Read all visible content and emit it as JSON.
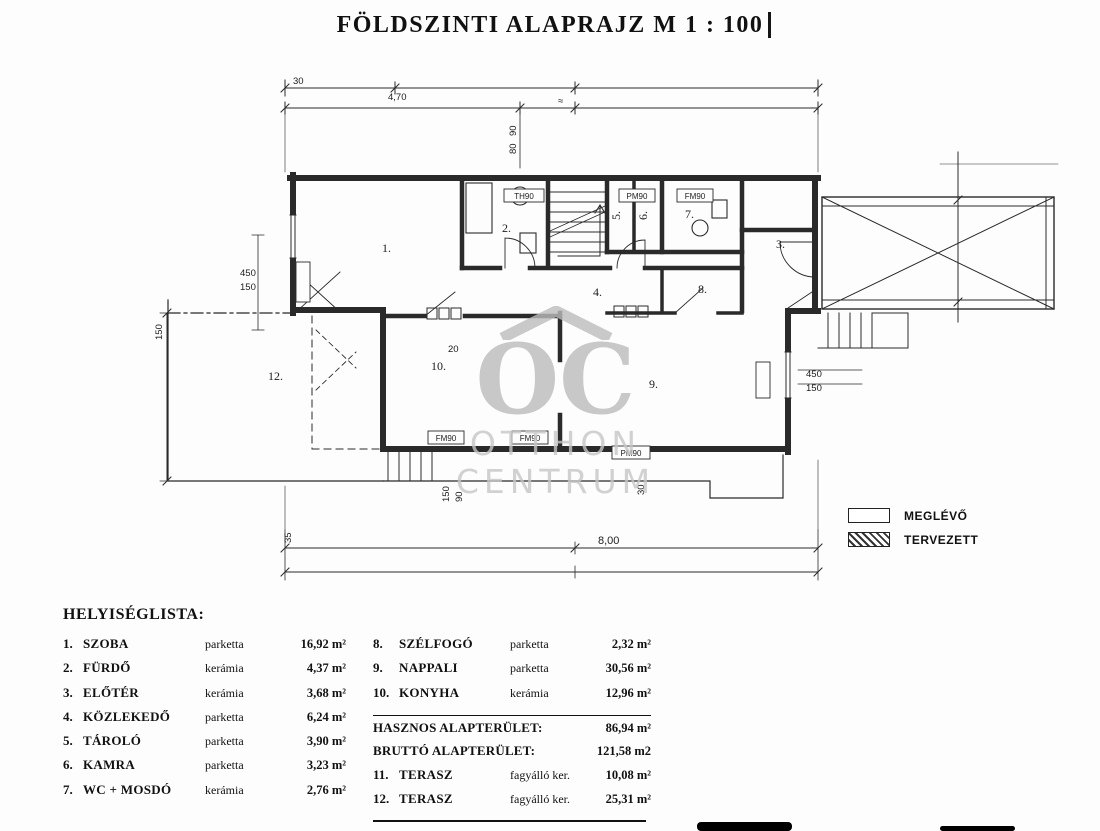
{
  "title": "FÖLDSZINTI ALAPRAJZ M 1 : 100",
  "watermark": {
    "logo": "OC",
    "line1": "OTTHON",
    "line2": "CENTRUM"
  },
  "legend": {
    "existing_label": "MEGLÉVŐ",
    "planned_label": "TERVEZETT"
  },
  "plan": {
    "rooms": {
      "r1": "1.",
      "r2": "2.",
      "r3": "3.",
      "r4": "4.",
      "r5": "5.",
      "r6": "6.",
      "r7": "7.",
      "r8": "8.",
      "r9": "9.",
      "r10": "10.",
      "r12": "12."
    },
    "dims": {
      "top_main": "4,70",
      "top_left": "30",
      "approx": "≈",
      "win_w": "90",
      "win_h": "80",
      "left_a": "450",
      "left_b": "150",
      "left_v": "150",
      "right_a": "450",
      "right_b": "150",
      "bottom_main": "8,00",
      "bottom_left": "35",
      "bottom_small": "30",
      "step_a": "150",
      "step_b": "90",
      "note20": "20"
    },
    "tags": {
      "t1": "TH90",
      "t2": "PM90",
      "t3": "FM90",
      "t4": "FM90",
      "t5": "FM90",
      "t6": "PM90"
    }
  },
  "room_list": {
    "heading": "HELYISÉGLISTA:",
    "left": [
      {
        "num": "1.",
        "name": "SZOBA",
        "material": "parketta",
        "area": "16,92 m²"
      },
      {
        "num": "2.",
        "name": "FÜRDŐ",
        "material": "kerámia",
        "area": "4,37 m²"
      },
      {
        "num": "3.",
        "name": "ELŐTÉR",
        "material": "kerámia",
        "area": "3,68 m²"
      },
      {
        "num": "4.",
        "name": "KÖZLEKEDŐ",
        "material": "parketta",
        "area": "6,24 m²"
      },
      {
        "num": "5.",
        "name": "TÁROLÓ",
        "material": "parketta",
        "area": "3,90 m²"
      },
      {
        "num": "6.",
        "name": "KAMRA",
        "material": "parketta",
        "area": "3,23 m²"
      },
      {
        "num": "7.",
        "name": "WC + MOSDÓ",
        "material": "kerámia",
        "area": "2,76 m²"
      }
    ],
    "right": [
      {
        "num": "8.",
        "name": "SZÉLFOGÓ",
        "material": "parketta",
        "area": "2,32 m²"
      },
      {
        "num": "9.",
        "name": "NAPPALI",
        "material": "parketta",
        "area": "30,56 m²"
      },
      {
        "num": "10.",
        "name": "KONYHA",
        "material": "kerámia",
        "area": "12,96 m²"
      }
    ],
    "totals": [
      {
        "label": "HASZNOS ALAPTERÜLET:",
        "value": "86,94 m²"
      },
      {
        "label": "BRUTTÓ ALAPTERÜLET:",
        "value": "121,58 m2"
      }
    ],
    "terraces": [
      {
        "num": "11.",
        "name": "TERASZ",
        "material": "fagyálló ker.",
        "area": "10,08 m²"
      },
      {
        "num": "12.",
        "name": "TERASZ",
        "material": "fagyálló ker.",
        "area": "25,31 m²"
      }
    ]
  }
}
